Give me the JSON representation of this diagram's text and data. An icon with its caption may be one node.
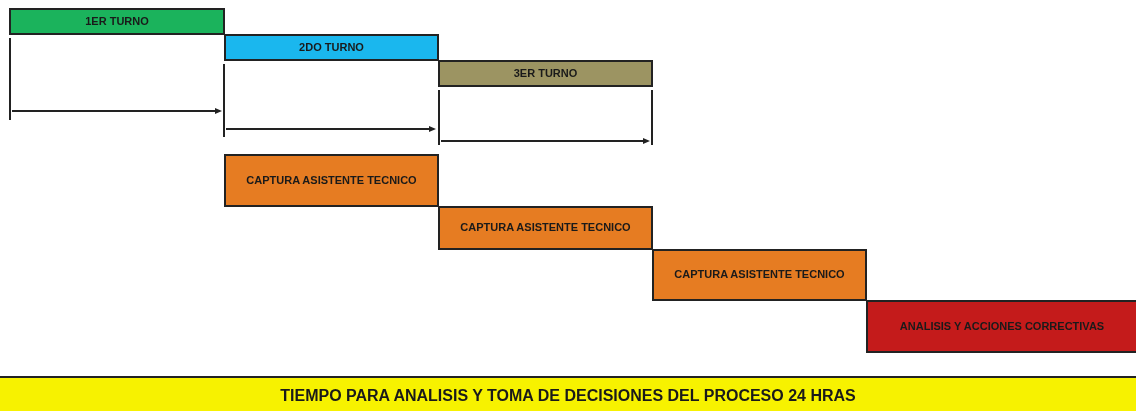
{
  "diagram": {
    "nodes": [
      {
        "text": [
          "1ER TURNO"
        ]
      },
      {
        "text": [
          "2DO TURNO"
        ]
      },
      {
        "text": [
          "3ER TURNO"
        ]
      },
      {
        "text": [
          "CAPTURA ASISTENTE TECNICO"
        ]
      },
      {
        "text": [
          "CAPTURA ASISTENTE TECNICO"
        ]
      },
      {
        "text": [
          "CAPTURA ASISTENTE TECNICO"
        ]
      },
      {
        "text": [
          "ANALISIS Y ACCIONES CORRECTIVAS"
        ]
      },
      {
        "text": [
          "TIEMPO PARA ANALISIS Y TOMA DE DECISIONES DEL PROCESO 24 HRAS"
        ]
      }
    ]
  }
}
